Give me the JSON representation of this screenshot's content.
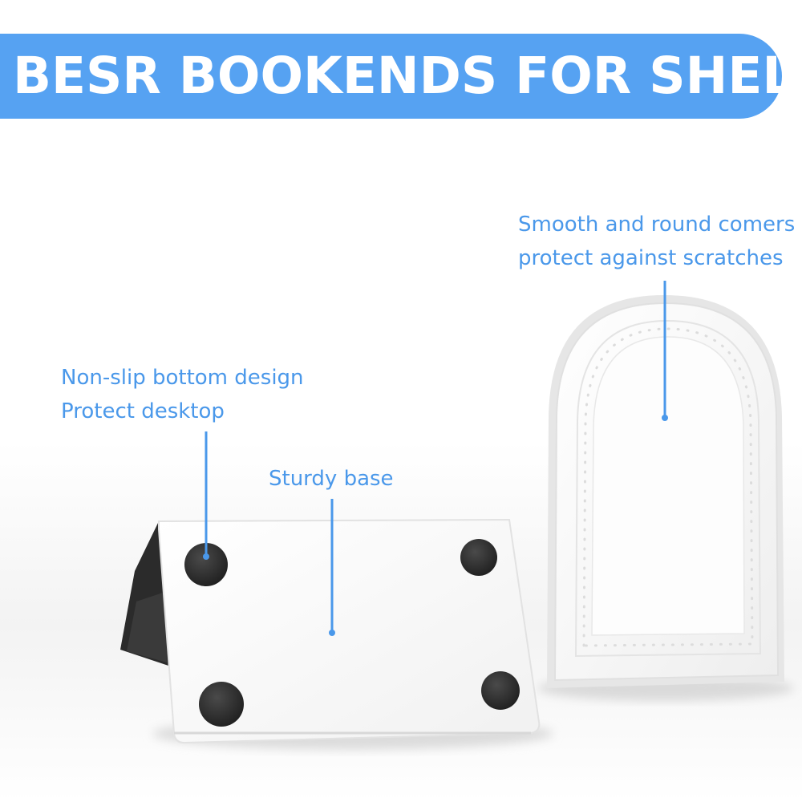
{
  "banner": {
    "title": "BESR BOOKENDS FOR SHELF"
  },
  "callouts": {
    "corners": {
      "line1": "Smooth and round comers",
      "line2": "protect against scratches"
    },
    "nonslip": {
      "line1": "Non-slip bottom design",
      "line2": "Protect desktop"
    },
    "base": {
      "line1": "Sturdy base"
    }
  },
  "colors": {
    "accent": "#56a2f2",
    "callout_text": "#4a98ea",
    "product": "#ffffff",
    "pads": "#2e2e2e"
  }
}
